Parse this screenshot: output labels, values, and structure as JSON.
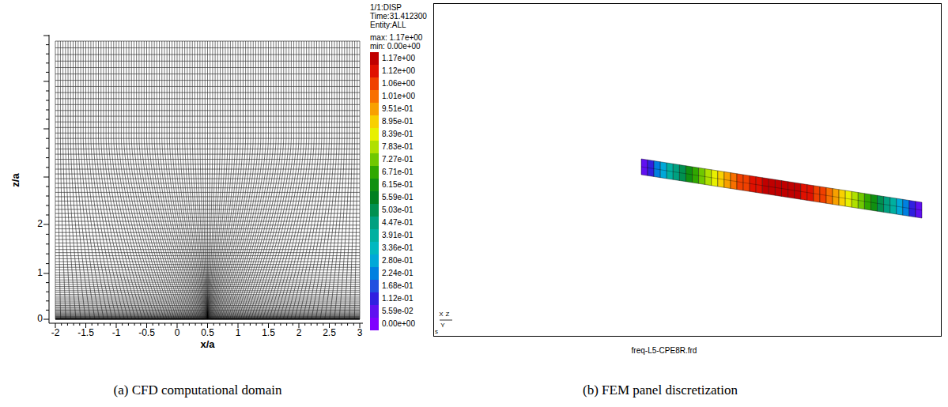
{
  "diagram": {
    "labels": [
      "z/a",
      "2",
      "1",
      "0",
      "-2",
      "-1.5",
      "-1",
      "-0.5",
      "0",
      "0.5",
      "1",
      "1.5",
      "2",
      "2.5",
      "3",
      "x/a",
      "(a) CFD computational domain",
      "1/1:DISP",
      "Time:31.412300",
      "Entity:ALL",
      "max: 1.17e+00",
      "min: 0.00e+00",
      "X",
      "Z",
      "Y",
      "s",
      "freq-L5-CPE8R.frd",
      "(b) FEM panel discretization"
    ],
    "legend": [
      {
        "text": "1.17e+00",
        "color": "#c00000"
      },
      {
        "text": "1.12e+00",
        "color": "#e01000"
      },
      {
        "text": "1.06e+00",
        "color": "#f04000"
      },
      {
        "text": "1.01e+00",
        "color": "#f87000"
      },
      {
        "text": "9.51e-01",
        "color": "#f8a000"
      },
      {
        "text": "8.95e-01",
        "color": "#f8d000"
      },
      {
        "text": "8.39e-01",
        "color": "#e8f000"
      },
      {
        "text": "7.83e-01",
        "color": "#b0e000"
      },
      {
        "text": "7.27e-01",
        "color": "#70c800"
      },
      {
        "text": "6.71e-01",
        "color": "#30a800"
      },
      {
        "text": "6.15e-01",
        "color": "#109010"
      },
      {
        "text": "5.59e-01",
        "color": "#008020"
      },
      {
        "text": "5.03e-01",
        "color": "#009050"
      },
      {
        "text": "4.47e-01",
        "color": "#00a080"
      },
      {
        "text": "3.91e-01",
        "color": "#00b0a0"
      },
      {
        "text": "3.36e-01",
        "color": "#00b8c0"
      },
      {
        "text": "2.80e-01",
        "color": "#00a8d8"
      },
      {
        "text": "2.24e-01",
        "color": "#0080e0"
      },
      {
        "text": "1.68e-01",
        "color": "#2050e0"
      },
      {
        "text": "1.12e-01",
        "color": "#3020e0"
      },
      {
        "text": "5.59e-02",
        "color": "#6010f0"
      },
      {
        "text": "0.00e+00",
        "color": "#8000ff"
      }
    ]
  }
}
